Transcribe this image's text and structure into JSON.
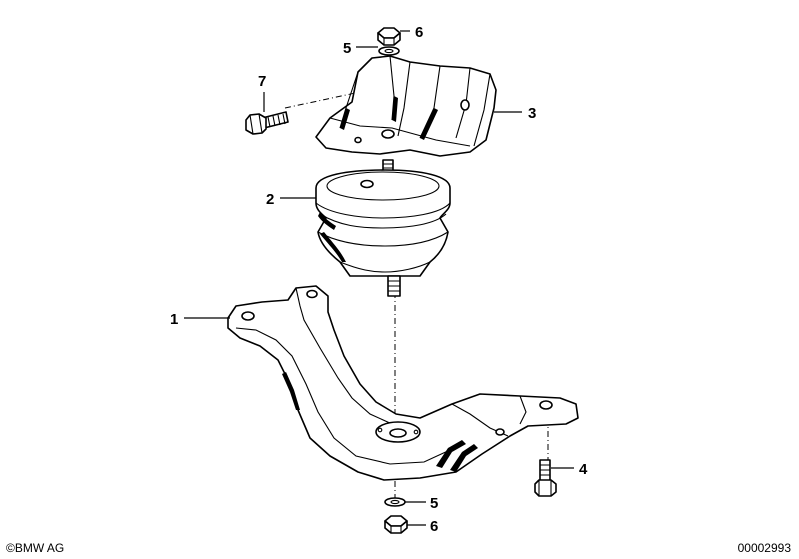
{
  "callouts": {
    "c1": "1",
    "c2": "2",
    "c3": "3",
    "c4": "4",
    "c5_top": "5",
    "c5_bottom": "5",
    "c6_top": "6",
    "c6_bottom": "6",
    "c7": "7"
  },
  "footer": {
    "copyright_symbol": "©",
    "copyright_text": "BMW AG",
    "document_number": "00002993"
  }
}
